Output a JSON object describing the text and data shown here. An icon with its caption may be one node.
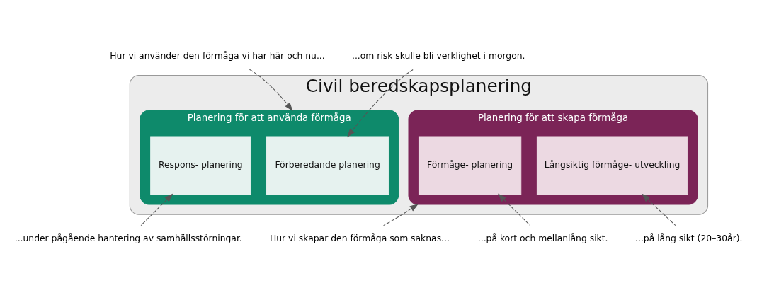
{
  "diagram": {
    "nodes": [
      {
        "text": [
          "Civil beredskapsplanering"
        ]
      },
      {
        "text": [
          "Planering för att använda förmåga"
        ],
        "in": 0
      },
      {
        "text": [
          "Förberedande planering"
        ],
        "in": 1
      },
      {
        "text": [
          "Respons- planering"
        ],
        "in": 1
      },
      {
        "text": [
          "Planering för att skapa förmåga"
        ],
        "in": 0
      },
      {
        "text": [
          "Förmåge- planering"
        ],
        "in": 4
      },
      {
        "text": [
          "Långsiktig förmåge- utveckling"
        ],
        "in": 4
      },
      {
        "text": [
          "Hur vi använder den förmåga vi har här och nu..."
        ]
      },
      {
        "text": [
          "...om risk skulle bli verklighet i morgon."
        ]
      },
      {
        "text": [
          "...under pågående hantering av samhällsstörningar."
        ]
      },
      {
        "text": [
          "Hur vi skapar den förmåga som saknas..."
        ]
      },
      {
        "text": [
          "...på lång sikt (20–30år)."
        ]
      },
      {
        "text": [
          "...på kort och mellanlång sikt."
        ]
      }
    ],
    "edges": [
      {
        "from": 7,
        "to": 1,
        "arrow": "to",
        "style": "dashed"
      },
      {
        "from": 8,
        "to": 2,
        "arrow": "to",
        "style": "dashed"
      },
      {
        "from": 9,
        "to": 3,
        "arrow": "to",
        "style": "dashed"
      },
      {
        "from": 10,
        "to": 4,
        "arrow": "to",
        "style": "dashed"
      },
      {
        "from": 11,
        "to": 6,
        "arrow": "to",
        "style": "dashed"
      },
      {
        "from": 12,
        "to": 5,
        "arrow": "to",
        "style": "dashed"
      }
    ]
  }
}
